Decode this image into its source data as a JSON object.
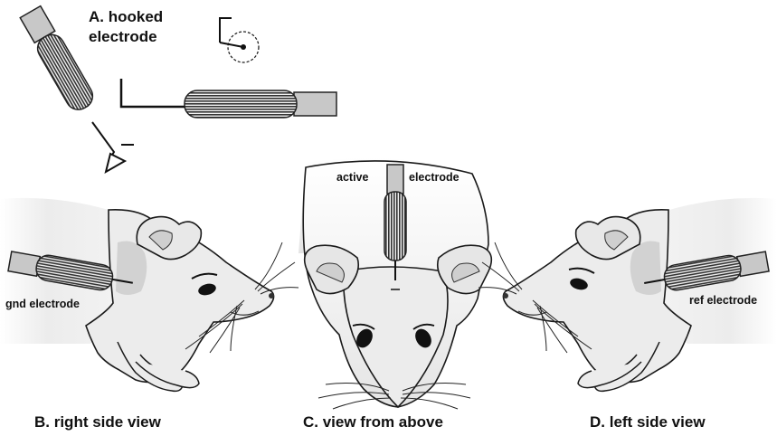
{
  "labels": {
    "panel_a_line1": "A. hooked",
    "panel_a_line2": "electrode",
    "active": "active",
    "electrode": "electrode",
    "gnd_electrode": "gnd electrode",
    "ref_electrode": "ref electrode",
    "panel_b": "B. right side view",
    "panel_c": "C. view from above",
    "panel_d": "D. left side view"
  },
  "colors": {
    "outline": "#1a1a1a",
    "fur_light": "#efefef",
    "fur_shadow": "#d6d6d6",
    "electrode_handle": "#555555",
    "electrode_tip": "#c8c8c8",
    "ear_inner": "#d0d0d0"
  }
}
